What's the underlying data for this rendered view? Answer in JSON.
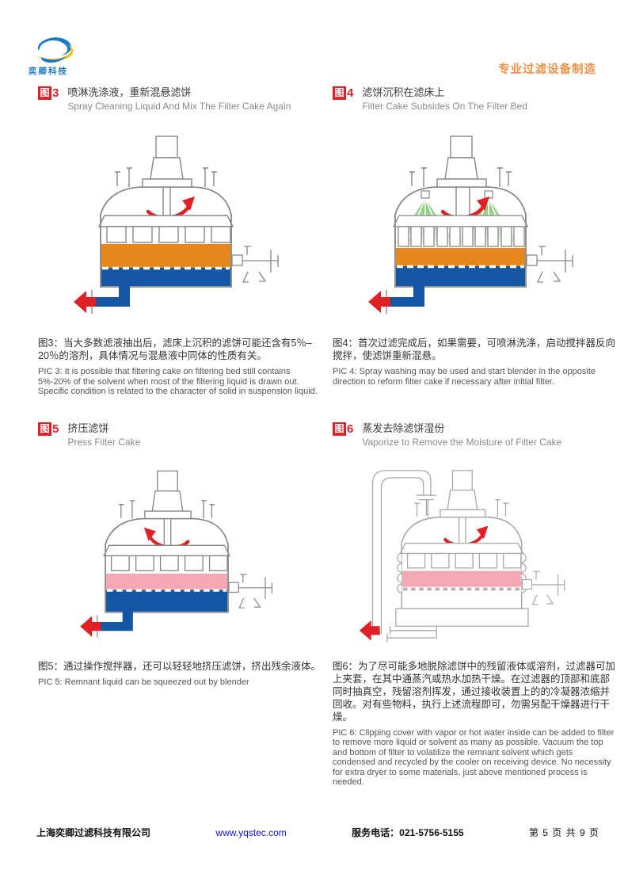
{
  "page": {
    "slogan": "专业过滤设备制造"
  },
  "logo": {
    "name": "奕卿科技"
  },
  "figures": [
    {
      "badge": "图",
      "num": "3",
      "title_cn": "喷淋洗涤液，重新混悬滤饼",
      "title_en": "Spray Cleaning Liquid And Mix The Filter Cake Again",
      "caption_cn": "图3：当大多数滤液抽出后，滤床上沉积的滤饼可能还含有5％–20％的溶剂，具体情况与混悬液中同体的性质有关。",
      "caption_en": "PIC 3: It is possible that filtering cake on filtering bed still contains 5%-20% of the solvent when most of the filtering liquid is drawn out. Specific condition is related to the character of solid in suspension liquid."
    },
    {
      "badge": "图",
      "num": "4",
      "title_cn": "滤饼沉积在滤床上",
      "title_en": "Filter Cake Subsides On The Filter Bed",
      "caption_cn": "图4：首次过滤完成后，如果需要，可喷淋洗涤，启动搅拌器反向搅拌，使滤饼重新混悬。",
      "caption_en": "PIC 4: Spray washing may be used and start blender in the opposite direction to reform filter cake if necessary after initial filter."
    },
    {
      "badge": "图",
      "num": "5",
      "title_cn": "挤压滤饼",
      "title_en": "Press Filter Cake",
      "caption_cn": "图5：通过操作搅拌器，还可以轻轻地挤压滤饼，挤出残余液体。",
      "caption_en": "PIC 5: Remnant liquid can be squeezed out by blender"
    },
    {
      "badge": "图",
      "num": "6",
      "title_cn": "蒸发去除滤饼湿份",
      "title_en": "Vaporize to Remove the Moisture of Filter Cake",
      "caption_cn": "图6：为了尽可能多地脱除滤饼中的残留液体或溶剂，过滤器可加上夹套，在其中通蒸汽或热水加热干燥。在过滤器的顶部和底部同时抽真空，残留溶剂挥发，通过接收装置上的的冷凝器浓缩并回收。对有些物料，执行上述流程即可，勿需另配干燥器进行干燥。",
      "caption_en": "PIC 6: Clipping cover with vapor or hot water inside can be added to filter to remove more liquid or solvent as many as possible. Vacuum the top and bottom of filter to volatilize the remnant solvent which gets condensed and recycled by the cooler on receiving device. No necessity for extra dryer to some materials, just above mentioned process is needed."
    }
  ],
  "footer": {
    "company": "上海奕卿过滤科技有限公司",
    "website": "www.yqstec.com",
    "phone_label": "服务电话：",
    "phone": "021-5756-5155",
    "page_info": "第 5 页 共 9 页"
  },
  "colors": {
    "slogan_orange": "#F0914B",
    "badge_red": "#D8232A",
    "arrow_red": "#DF2126",
    "cake_orange": "#E5871C",
    "cake_pink": "#F3A8B4",
    "liquid_blue": "#1356A3",
    "spray_green": "#69BC58",
    "link_blue": "#1010EE",
    "logo_blue": "#1877C8",
    "logo_yellow": "#F2C320"
  }
}
